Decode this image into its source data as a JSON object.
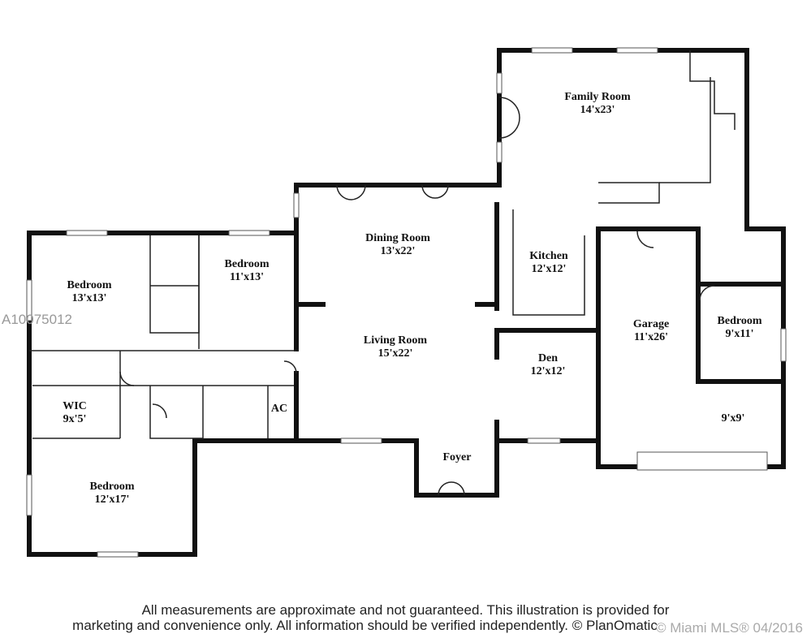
{
  "rooms": [
    {
      "name": "Family Room",
      "dim": "14'x23'"
    },
    {
      "name": "Dining Room",
      "dim": "13'x22'"
    },
    {
      "name": "Kitchen",
      "dim": "12'x12'"
    },
    {
      "name": "Bedroom",
      "dim": "13'x13'"
    },
    {
      "name": "Bedroom",
      "dim": "11'x13'"
    },
    {
      "name": "Living Room",
      "dim": "15'x22'"
    },
    {
      "name": "Garage",
      "dim": "11'x26'"
    },
    {
      "name": "Bedroom",
      "dim": "9'x11'"
    },
    {
      "name": "Den",
      "dim": "12'x12'"
    },
    {
      "name": "WIC",
      "dim": "9x'5'"
    },
    {
      "name": "AC",
      "dim": ""
    },
    {
      "name": "Foyer",
      "dim": ""
    },
    {
      "name": "Bedroom",
      "dim": "12'x17'"
    },
    {
      "name": "",
      "dim": "9'x9'"
    }
  ],
  "watermark_id": "A10075012",
  "disclaimer": {
    "line1": "All measurements are approximate and not guaranteed. This illustration is provided for",
    "line2": "marketing and convenience only. All information should be verified independently. © PlanOmatic"
  },
  "mls_watermark": "© Miami MLS® 04/2016"
}
